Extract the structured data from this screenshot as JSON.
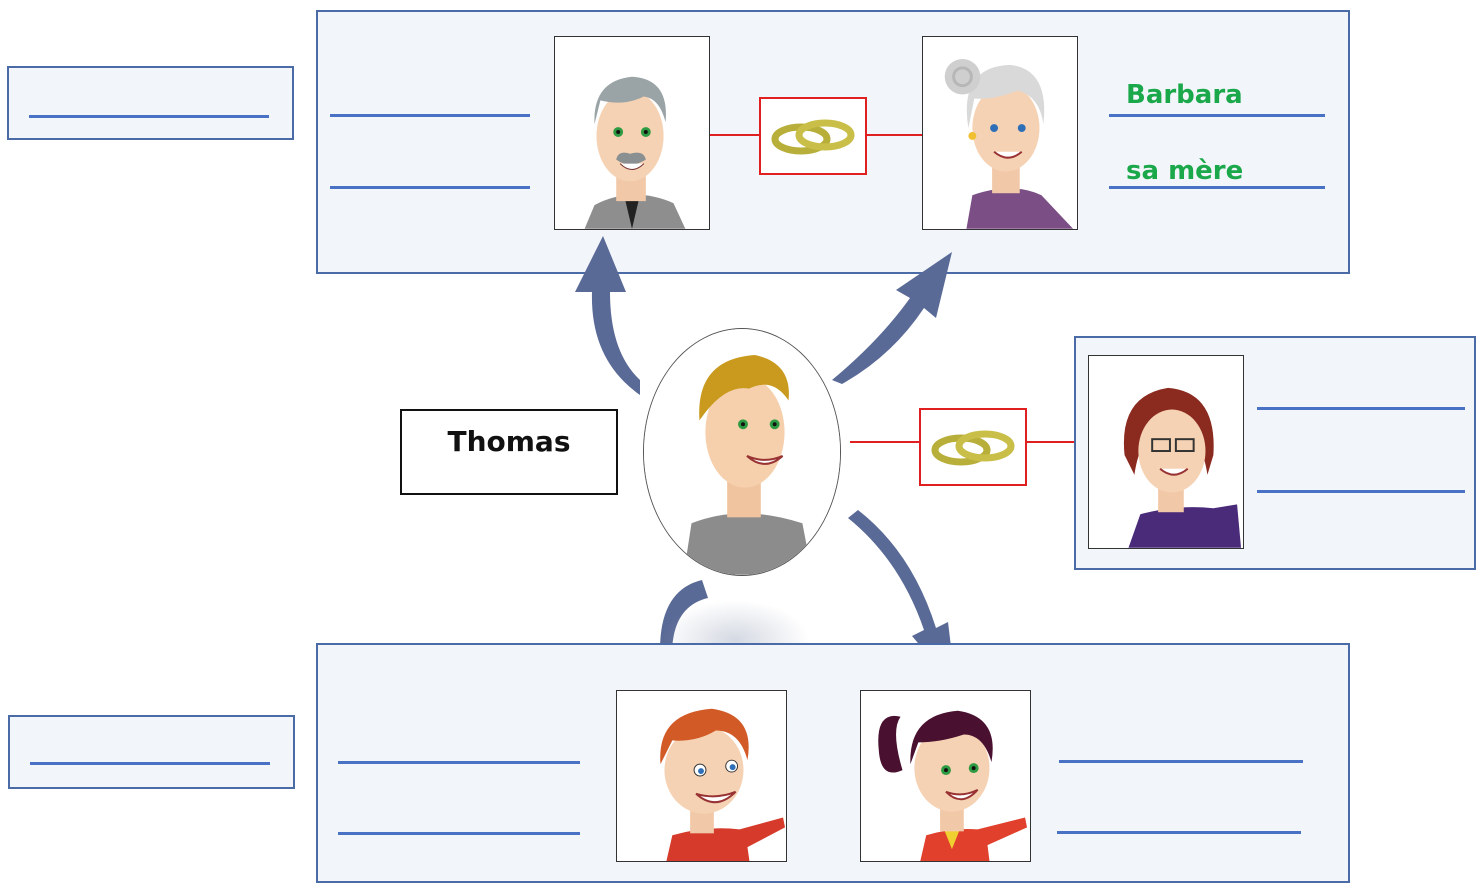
{
  "center": {
    "name": "Thomas"
  },
  "grandmother": {
    "name": "Barbara",
    "relation": "sa mère"
  },
  "colors": {
    "panel_border": "#4a6ba5",
    "blank_line": "#4a72c4",
    "ring_box": "#e02020",
    "arrow": "#5a6a96",
    "answer_text": "#1aa84a"
  }
}
